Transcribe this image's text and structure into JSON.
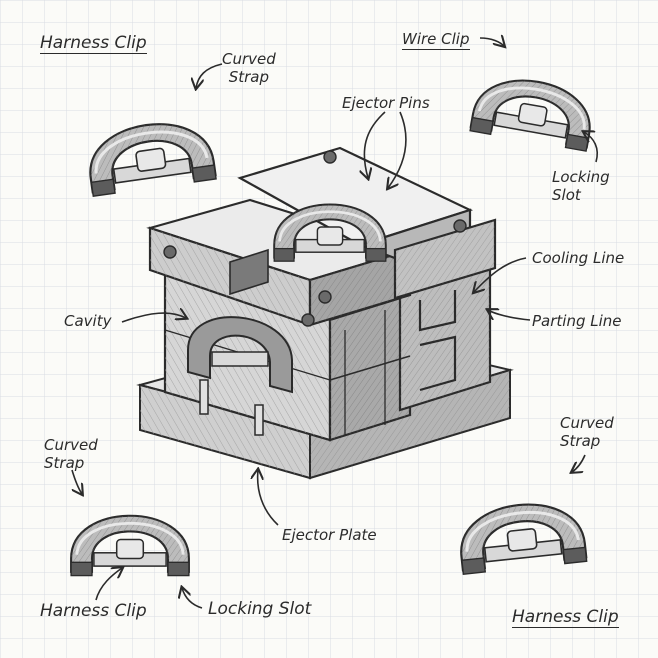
{
  "labels": {
    "harness_clip_top_left": "Harness Clip",
    "curved_strap_top": [
      "Curved",
      "Strap"
    ],
    "wire_clip": "Wire Clip",
    "ejector_pins": "Ejector Pins",
    "locking_slot_right": [
      "Locking",
      "Slot"
    ],
    "cooling_line": "Cooling Line",
    "cavity": "Cavity",
    "parting_line": "Parting Line",
    "curved_strap_left": [
      "Curved",
      "Strap"
    ],
    "curved_strap_right": [
      "Curved",
      "Strap"
    ],
    "ejector_plate": "Ejector Plate",
    "harness_clip_bottom_left": "Harness Clip",
    "locking_slot_bottom": "Locking Slot",
    "harness_clip_bottom_right": "Harness Clip"
  },
  "colors": {
    "ink": "#2b2b2b",
    "grid": "#d9dde3",
    "paper": "#fbfbf8",
    "shade_dark": "#8a8a8a",
    "shade_mid": "#c4c4c4",
    "shade_light": "#e6e6e6"
  }
}
